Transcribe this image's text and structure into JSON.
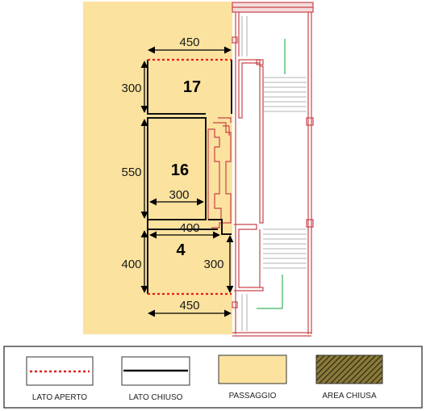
{
  "stands": [
    {
      "id": "17"
    },
    {
      "id": "16"
    },
    {
      "id": "4"
    }
  ],
  "dimensions": {
    "top_width": "450",
    "stand17_height": "300",
    "stand16_height": "550",
    "stand16_inner_width": "300",
    "stand4_top_width": "400",
    "stand4_height": "400",
    "stand4_inner_height": "300",
    "bottom_width": "450"
  },
  "legend": [
    {
      "label": "LATO APERTO",
      "symbol": "dotted-red-line"
    },
    {
      "label": "LATO CHIUSO",
      "symbol": "solid-black-line"
    },
    {
      "label": "PASSAGGIO",
      "symbol": "yellow-area"
    },
    {
      "label": "AREA CHIUSA",
      "symbol": "hatched-area"
    }
  ],
  "colors": {
    "passage": "#fbe29e",
    "open_side": "#e0201d",
    "closed_side": "#111111",
    "wall": "#c9434a",
    "railing": "#39b35d"
  }
}
